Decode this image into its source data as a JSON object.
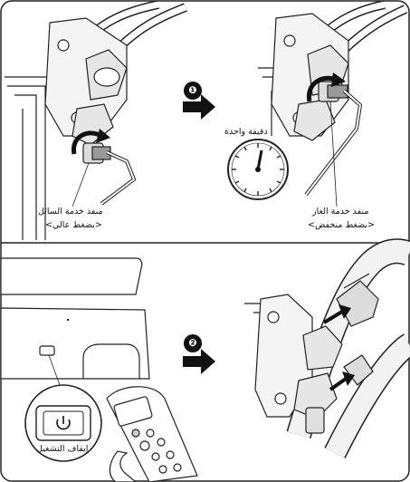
{
  "step1": {
    "number": "❶",
    "duration_label": "دقيقة واحدة",
    "liquid_port": {
      "title": "منفذ خدمة السائل",
      "subtitle": "<بضغط عالي>"
    },
    "gas_port": {
      "title": "منفذ خدمة الغاز",
      "subtitle": "<بضغط منخفض>"
    }
  },
  "step2": {
    "number": "❷",
    "power_off_label": "إيقاف التشغيل"
  },
  "icons": {
    "arrow": "right-arrow-icon",
    "timer": "stopwatch-icon",
    "power": "power-icon",
    "rotation": "clockwise-rotation-icon",
    "hex_key": "hex-key-icon"
  }
}
